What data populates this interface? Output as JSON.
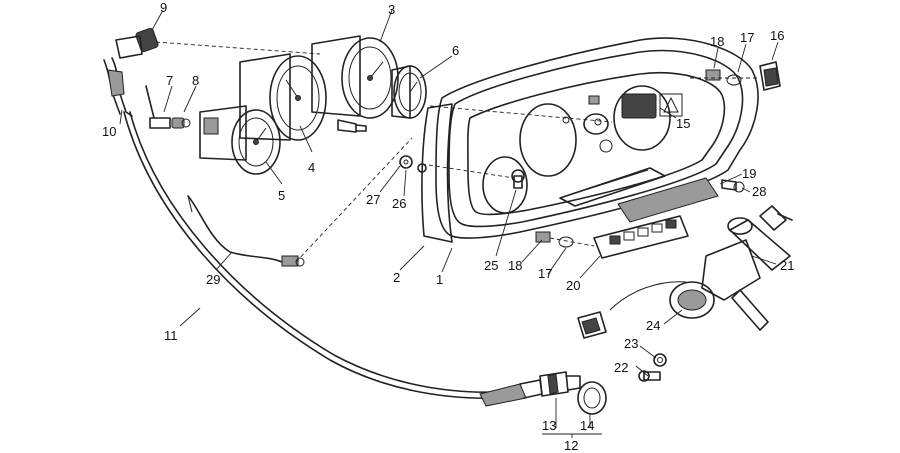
{
  "callouts": [
    {
      "id": "1",
      "text": "1"
    },
    {
      "id": "2",
      "text": "2"
    },
    {
      "id": "3",
      "text": "3"
    },
    {
      "id": "4",
      "text": "4"
    },
    {
      "id": "5",
      "text": "5"
    },
    {
      "id": "6",
      "text": "6"
    },
    {
      "id": "7",
      "text": "7"
    },
    {
      "id": "8",
      "text": "8"
    },
    {
      "id": "9",
      "text": "9"
    },
    {
      "id": "10",
      "text": "10"
    },
    {
      "id": "11",
      "text": "11"
    },
    {
      "id": "12",
      "text": "12"
    },
    {
      "id": "13",
      "text": "13"
    },
    {
      "id": "14",
      "text": "14"
    },
    {
      "id": "15",
      "text": "15"
    },
    {
      "id": "16",
      "text": "16"
    },
    {
      "id": "17a",
      "text": "17"
    },
    {
      "id": "17b",
      "text": "17"
    },
    {
      "id": "18a",
      "text": "18"
    },
    {
      "id": "18b",
      "text": "18"
    },
    {
      "id": "19",
      "text": "19"
    },
    {
      "id": "20",
      "text": "20"
    },
    {
      "id": "21",
      "text": "21"
    },
    {
      "id": "22",
      "text": "22"
    },
    {
      "id": "23",
      "text": "23"
    },
    {
      "id": "24",
      "text": "24"
    },
    {
      "id": "25",
      "text": "25"
    },
    {
      "id": "26",
      "text": "26"
    },
    {
      "id": "27",
      "text": "27"
    },
    {
      "id": "28",
      "text": "28"
    },
    {
      "id": "29",
      "text": "29"
    }
  ]
}
